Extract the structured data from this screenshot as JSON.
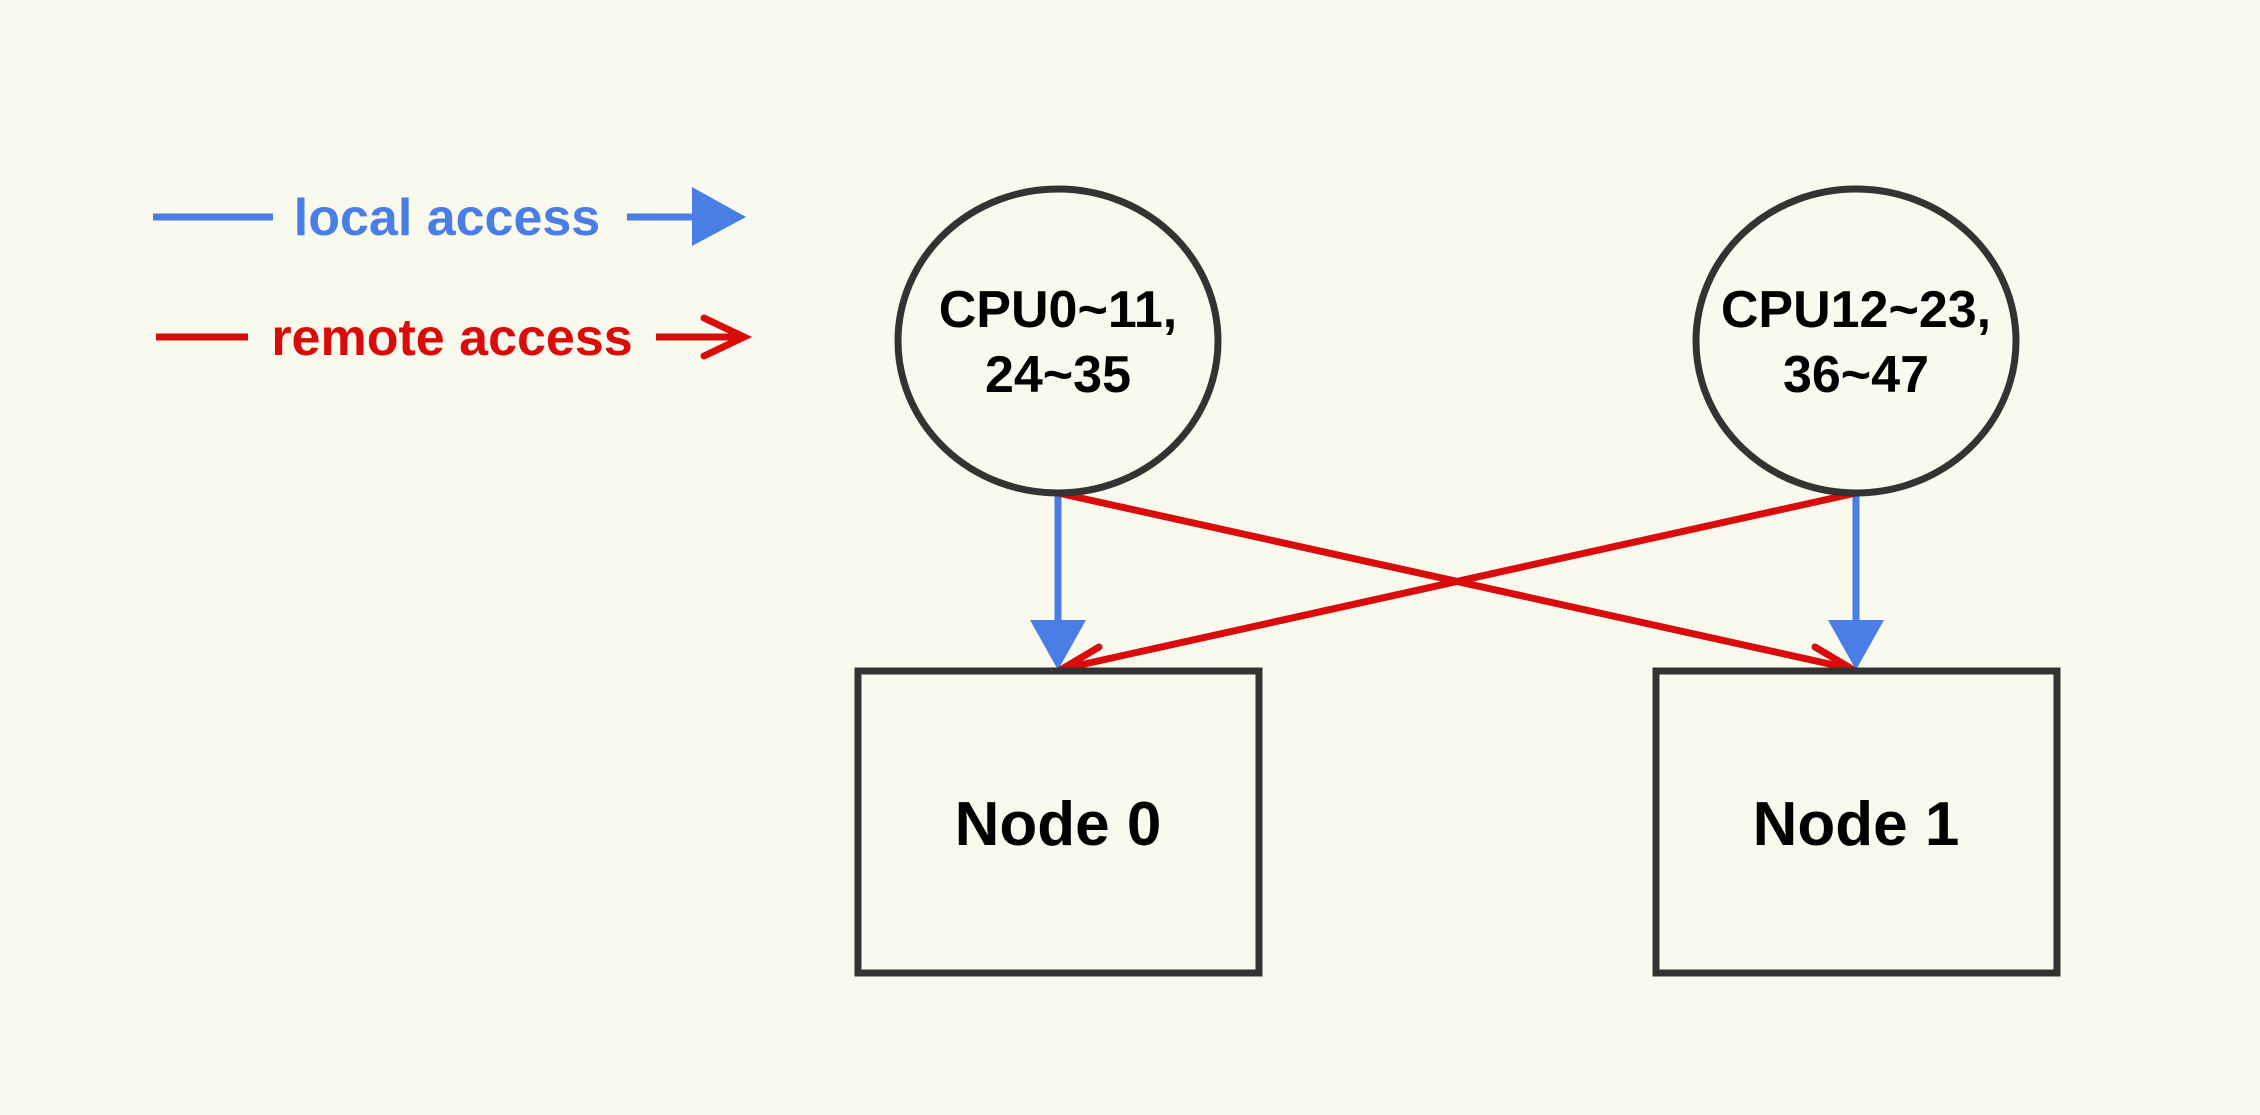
{
  "colors": {
    "background": "#faf9ee",
    "local": "#4a7ee6",
    "remote": "#d90b0b",
    "outline": "#333333",
    "text": "#000000"
  },
  "legend": {
    "local_label": "local access",
    "remote_label": "remote access"
  },
  "cpus": [
    {
      "line1": "CPU0~11,",
      "line2": "24~35"
    },
    {
      "line1": "CPU12~23,",
      "line2": "36~47"
    }
  ],
  "nodes": [
    {
      "label": "Node 0"
    },
    {
      "label": "Node 1"
    }
  ],
  "edges": [
    {
      "from": "cpu-0",
      "to": "node-0",
      "kind": "local"
    },
    {
      "from": "cpu-1",
      "to": "node-1",
      "kind": "local"
    },
    {
      "from": "cpu-0",
      "to": "node-1",
      "kind": "remote"
    },
    {
      "from": "cpu-1",
      "to": "node-0",
      "kind": "remote"
    }
  ]
}
